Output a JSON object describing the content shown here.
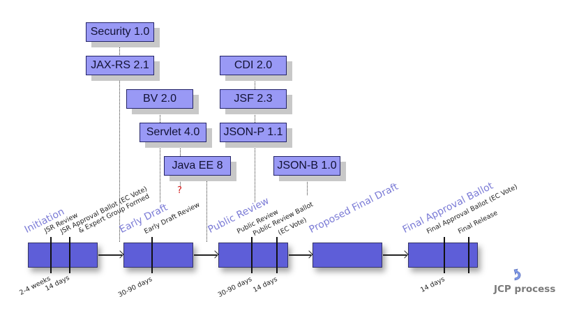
{
  "specs": {
    "security": "Security 1.0",
    "jaxrs": "JAX-RS 2.1",
    "bv": "BV 2.0",
    "servlet": "Servlet 4.0",
    "javaee": "Java EE 8",
    "cdi": "CDI 2.0",
    "jsf": "JSF 2.3",
    "jsonp": "JSON-P 1.1",
    "jsonb": "JSON-B 1.0"
  },
  "unknown_marker": "?",
  "phases": {
    "initiation": {
      "name": "Initiation",
      "milestones": [
        "JSR Review",
        "JSR Approval Ballot (EC Vote)",
        "& Expert Group Formed"
      ],
      "durations": [
        "2-4 weeks",
        "14 days"
      ]
    },
    "early_draft": {
      "name": "Early Draft",
      "milestones": [
        "Early Draft Review"
      ],
      "durations": [
        "30-90 days"
      ]
    },
    "public_review": {
      "name": "Public Review",
      "milestones": [
        "Public Review",
        "Public Review Ballot",
        "(EC Vote)"
      ],
      "durations": [
        "30-90 days",
        "14 days"
      ]
    },
    "proposed_final_draft": {
      "name": "Proposed Final Draft"
    },
    "final_approval_ballot": {
      "name": "Final Approval Ballot",
      "milestones": [
        "Final Approval Ballot (EC Vote)",
        "Final Release"
      ],
      "durations": [
        "14 days"
      ]
    }
  },
  "footer": {
    "label": "JCP process"
  },
  "colors": {
    "spec_box": "#9999f5",
    "phase_box": "#5e5ed8",
    "phase_label": "#7b7bd6",
    "question": "#d01010"
  }
}
